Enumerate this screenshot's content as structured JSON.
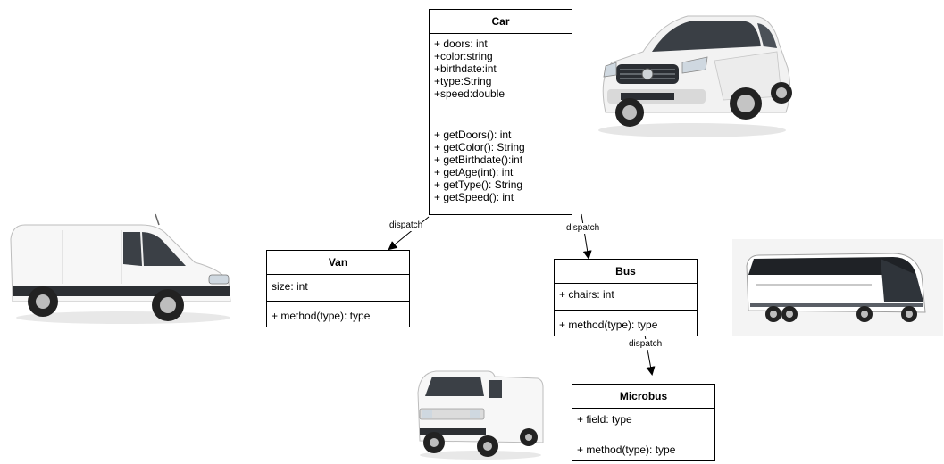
{
  "classes": {
    "car": {
      "name": "Car",
      "attributes": [
        "+ doors: int",
        "+color:string",
        "+birthdate:int",
        "+type:String",
        "+speed:double"
      ],
      "methods": [
        "+ getDoors(): int",
        "+ getColor(): String",
        "+ getBirthdate():int",
        "+ getAge(int): int",
        "+ getType(): String",
        "+ getSpeed(): int"
      ]
    },
    "van": {
      "name": "Van",
      "attributes": [
        "size: int"
      ],
      "methods": [
        "+ method(type): type"
      ]
    },
    "bus": {
      "name": "Bus",
      "attributes": [
        "+ chairs: int"
      ],
      "methods": [
        "+ method(type): type"
      ]
    },
    "microbus": {
      "name": "Microbus",
      "attributes": [
        "+ field: type"
      ],
      "methods": [
        "+ method(type): type"
      ]
    }
  },
  "edges": {
    "car_van": "dispatch",
    "car_bus": "dispatch",
    "bus_microbus": "dispatch"
  },
  "images": {
    "suv": "suv-image",
    "van": "cargo-van-image",
    "coach": "coach-bus-image",
    "minivan": "micro-van-image"
  }
}
